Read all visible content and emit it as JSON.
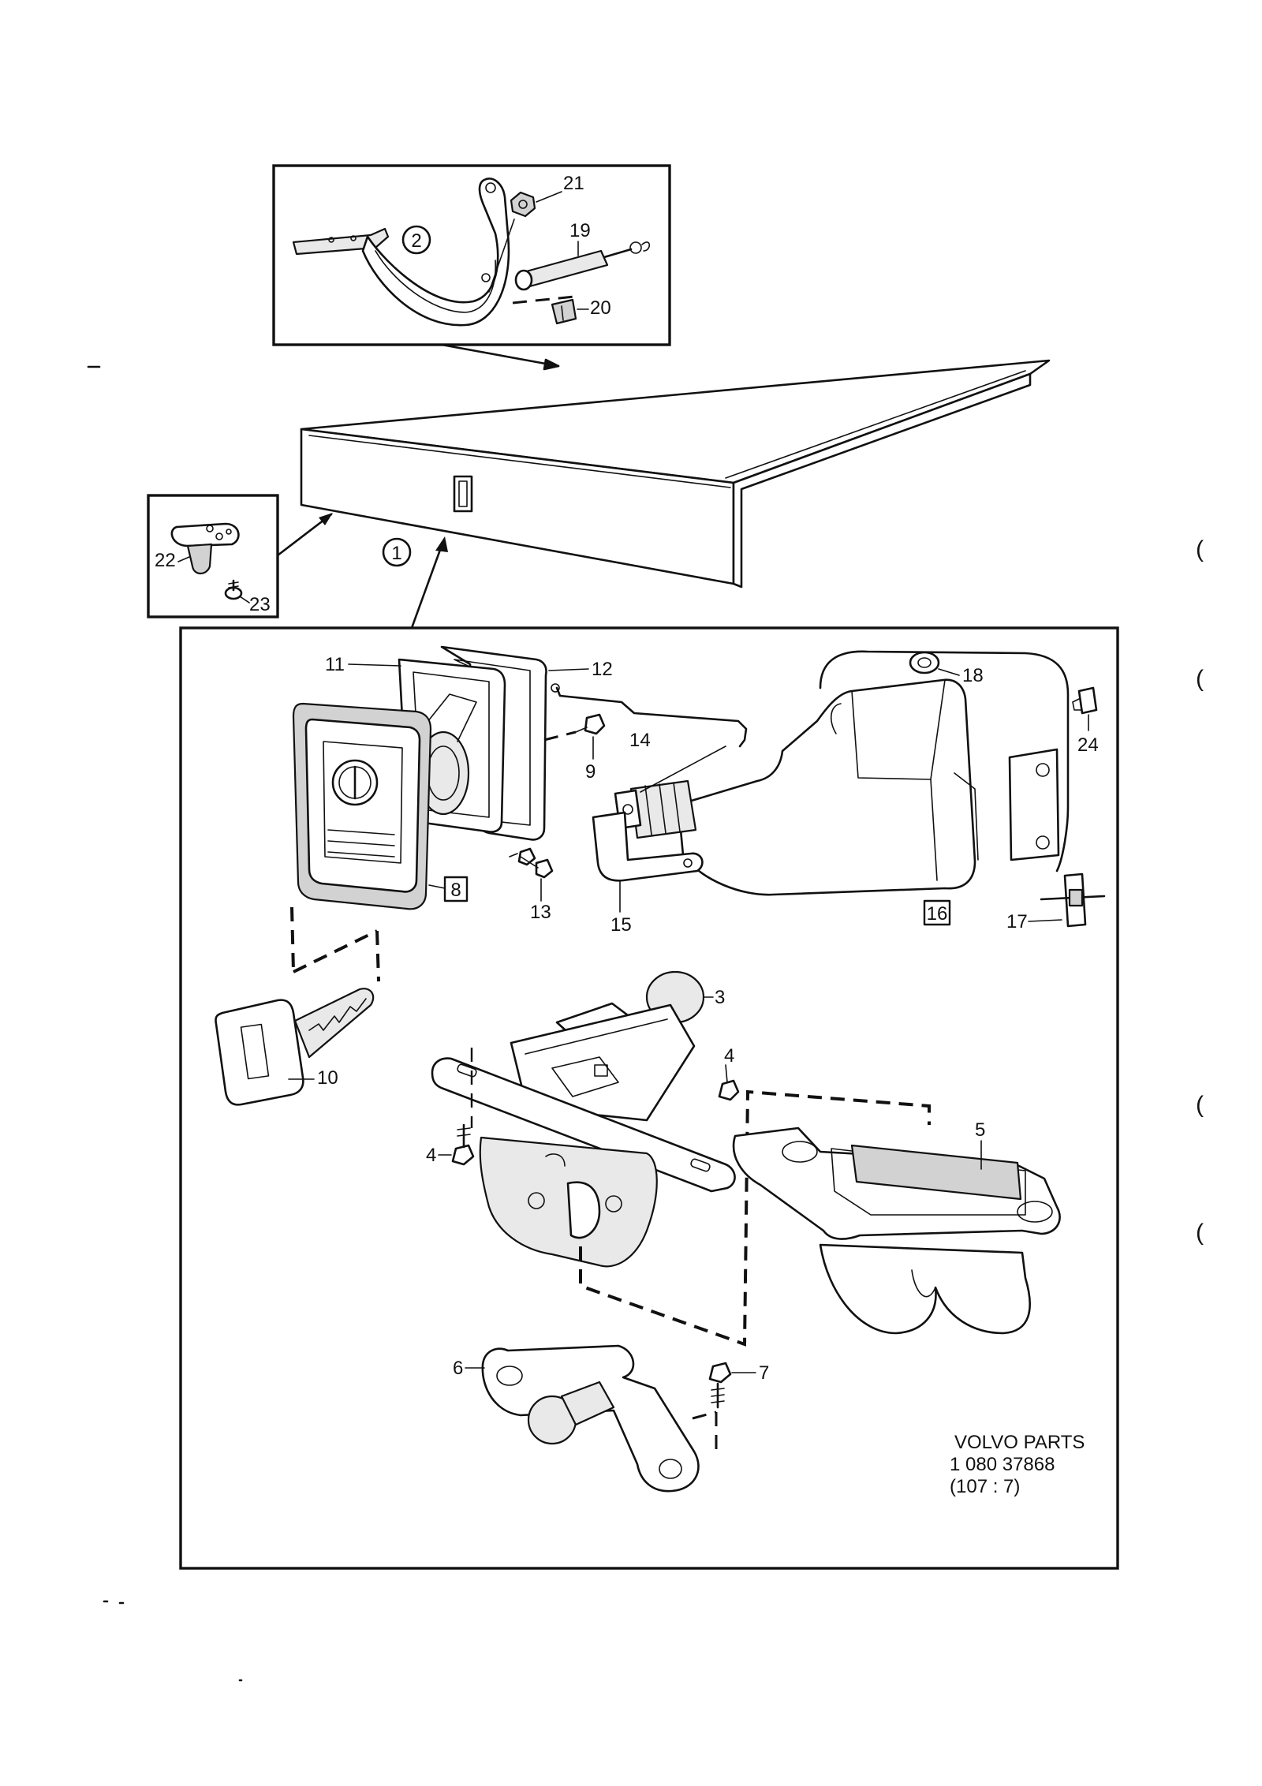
{
  "diagram": {
    "labels": {
      "p1": "1",
      "p2": "2",
      "p3": "3",
      "p4a": "4",
      "p4b": "4",
      "p5": "5",
      "p6": "6",
      "p7": "7",
      "p8": "8",
      "p9": "9",
      "p10": "10",
      "p11": "11",
      "p12": "12",
      "p13": "13",
      "p14": "14",
      "p15": "15",
      "p16": "16",
      "p17": "17",
      "p18": "18",
      "p19": "19",
      "p20": "20",
      "p21": "21",
      "p22": "22",
      "p23": "23",
      "p24": "24"
    },
    "stamp": {
      "line1": "VOLVO PARTS",
      "line2": "1  080  37868",
      "line3": "(107 : 7)"
    },
    "margin_marks": [
      "(",
      "(",
      "(",
      "("
    ]
  }
}
